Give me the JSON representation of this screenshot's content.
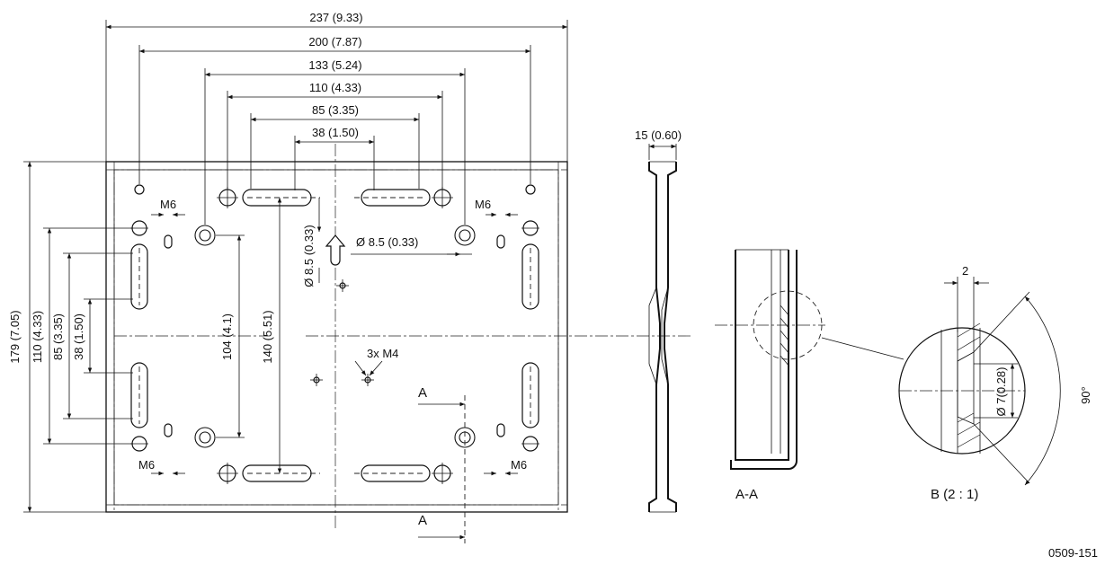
{
  "dimensions": {
    "overall_width": "237 (9.33)",
    "hole_spacing_200": "200 (7.87)",
    "hole_spacing_133": "133 (5.24)",
    "hole_spacing_110": "110 (4.33)",
    "slot_spacing_85": "85 (3.35)",
    "slot_spacing_38": "38 (1.50)",
    "thickness": "15 (0.60)",
    "overall_height": "179 (7.05)",
    "vert_110": "110 (4.33)",
    "vert_85": "85 (3.35)",
    "vert_38": "38 (1.50)",
    "vert_104": "104 (4.1)",
    "vert_140": "140 (5.51)",
    "keyhole_dia_vertical": "Ø 8.5 (0.33)",
    "keyhole_dia_horizontal": "Ø  8.5 (0.33)",
    "m6_top_left": "M6",
    "m6_top_right": "M6",
    "m6_bottom_left": "M6",
    "m6_bottom_right": "M6",
    "m4_holes": "3x M4",
    "detail_width": "2",
    "detail_diameter": "Ø  7(0.28)",
    "detail_angle": "90°"
  },
  "section_marks": {
    "top": "A",
    "bottom": "A"
  },
  "views": {
    "section_label": "A-A",
    "detail_label": "B (2 : 1)"
  },
  "drawing_number": "0509-151"
}
